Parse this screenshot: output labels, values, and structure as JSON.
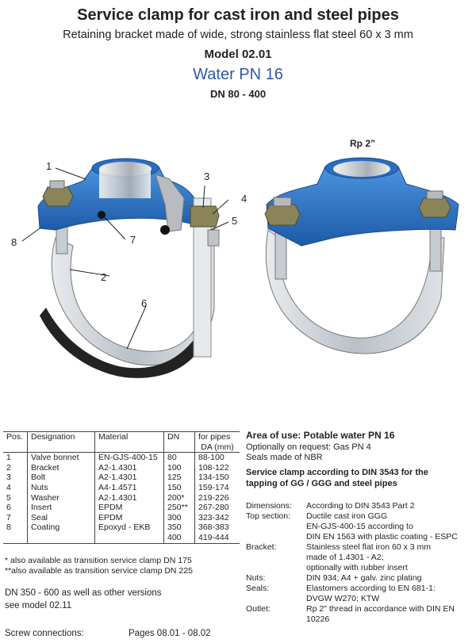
{
  "header": {
    "title": "Service clamp for cast iron and steel pipes",
    "subtitle": "Retaining bracket made of wide, strong stainless flat steel 60 x 3 mm",
    "model": "Model 02.01",
    "water": "Water PN 16",
    "dn_range": "DN 80 - 400"
  },
  "figure": {
    "rp_label": "Rp 2”",
    "callouts": [
      "1",
      "2",
      "3",
      "4",
      "5",
      "6",
      "7",
      "8"
    ]
  },
  "parts_table": {
    "headers": [
      "Pos.",
      "Designation",
      "Material",
      "DN",
      "for pipes"
    ],
    "unit": "DA (mm)",
    "rows": [
      [
        "1",
        "Valve bonnet",
        "EN-GJS-400-15",
        "80",
        "88-100"
      ],
      [
        "2",
        "Bracket",
        "A2-1.4301",
        "100",
        "108-122"
      ],
      [
        "3",
        "Bolt",
        "A2-1.4301",
        "125",
        "134-150"
      ],
      [
        "4",
        "Nuts",
        "A4-1.4571",
        "150",
        "159-174"
      ],
      [
        "5",
        "Washer",
        "A2-1.4301",
        "200*",
        "219-226"
      ],
      [
        "6",
        "Insert",
        "EPDM",
        "250**",
        "267-280"
      ],
      [
        "7",
        "Seal",
        "EPDM",
        "300",
        "323-342"
      ],
      [
        "8",
        "Coating",
        "Epoxyd - EKB",
        "350",
        "368-383"
      ],
      [
        "",
        "",
        "",
        "400",
        "419-444"
      ]
    ],
    "footnotes": [
      "*  also available as transition service clamp DN 175",
      "**also available as transition service clamp DN 225"
    ]
  },
  "notes": {
    "dn_note_1": "DN 350 - 600 as well as other versions",
    "dn_note_2": "see model 02.11",
    "screw_label": "Screw connections:",
    "screw_pages": "Pages 08.01 - 08.02"
  },
  "right": {
    "area_of_use": "Area of use:  Potable water PN 16",
    "optional": "Optionally on request:  Gas PN 4",
    "seals_nbr": "Seals made of NBR",
    "service_title_1": "Service clamp according to DIN 3543 for the",
    "service_title_2": "tapping of GG / GGG and steel pipes",
    "specs": [
      {
        "label": "Dimensions:",
        "lines": [
          "According to DIN 3543 Part 2"
        ]
      },
      {
        "label": "Top section:",
        "lines": [
          "Ductile cast iron GGG",
          "EN-GJS-400-15 according to",
          "DIN EN 1563 with plastic coating - ESPC"
        ]
      },
      {
        "label": "Bracket:",
        "lines": [
          "Stainless steel flat iron 60 x 3 mm",
          "made of 1.4301 - A2;",
          "optionally with rubber insert"
        ]
      },
      {
        "label": "Nuts:",
        "lines": [
          "DIN 934; A4 + galv. zinc plating"
        ]
      },
      {
        "label": "Seals:",
        "lines": [
          "Elastomers according to EN 681-1:",
          "DVGW W270; KTW"
        ]
      },
      {
        "label": "Outlet:",
        "lines": [
          "Rp 2\" thread in accordance with DIN EN 10226"
        ]
      }
    ]
  },
  "colors": {
    "blue_casting": "#2d74c4",
    "steel": "#c9cfd6",
    "brass": "#8a8458",
    "rubber": "#222222"
  }
}
